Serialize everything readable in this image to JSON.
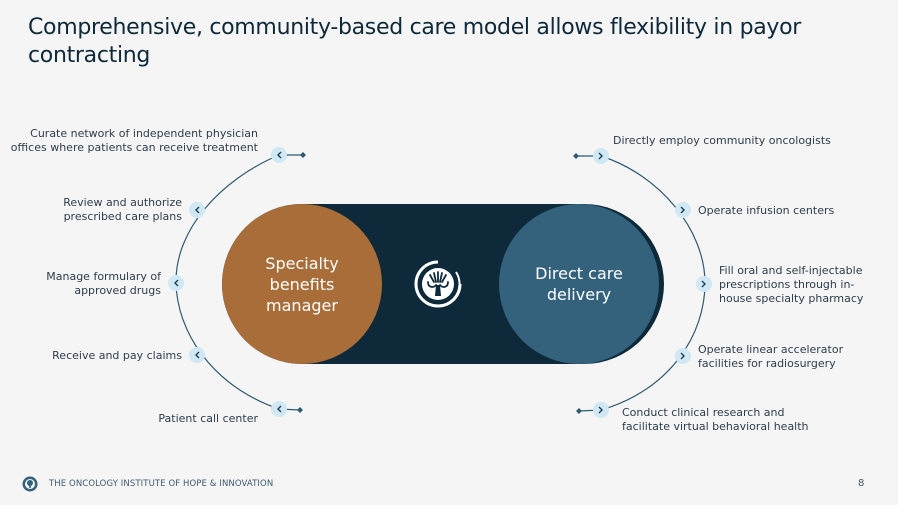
{
  "title": "Comprehensive, community-based care model allows flexibility in payor contracting",
  "left_circle": {
    "label_lines": [
      "Specialty",
      "benefits",
      "manager"
    ],
    "color": "#a86d38"
  },
  "right_circle": {
    "label_lines": [
      "Direct care",
      "delivery"
    ],
    "color": "#34627d"
  },
  "center_logo": "tree-logo-icon",
  "left_items": [
    {
      "lines": [
        "Curate network of independent physician",
        "offices where patients can receive treatment"
      ],
      "icon": "chevron-left-icon"
    },
    {
      "lines": [
        "Review and authorize",
        "prescribed care plans"
      ],
      "icon": "chevron-left-icon"
    },
    {
      "lines": [
        "Manage formulary of",
        "approved drugs"
      ],
      "icon": "chevron-left-icon"
    },
    {
      "lines": [
        "Receive and pay claims"
      ],
      "icon": "chevron-left-icon"
    },
    {
      "lines": [
        "Patient call center"
      ],
      "icon": "chevron-left-icon"
    }
  ],
  "right_items": [
    {
      "lines": [
        "Directly employ community oncologists"
      ],
      "icon": "chevron-right-icon"
    },
    {
      "lines": [
        "Operate infusion centers"
      ],
      "icon": "chevron-right-icon"
    },
    {
      "lines": [
        "Fill oral and self-injectable",
        "prescriptions through in-",
        "house specialty pharmacy"
      ],
      "icon": "chevron-right-icon"
    },
    {
      "lines": [
        "Operate linear accelerator",
        "facilities for radiosurgery"
      ],
      "icon": "chevron-right-icon"
    },
    {
      "lines": [
        "Conduct clinical research and",
        "facilitate virtual behavioral health"
      ],
      "icon": "chevron-right-icon"
    }
  ],
  "footer": {
    "organization": "THE ONCOLOGY INSTITUTE OF HOPE & INNOVATION",
    "page_number": "8"
  },
  "colors": {
    "dark_navy": "#0e2a3a",
    "arc_line": "#2f5a72",
    "node_fill": "#cfe8f3"
  }
}
